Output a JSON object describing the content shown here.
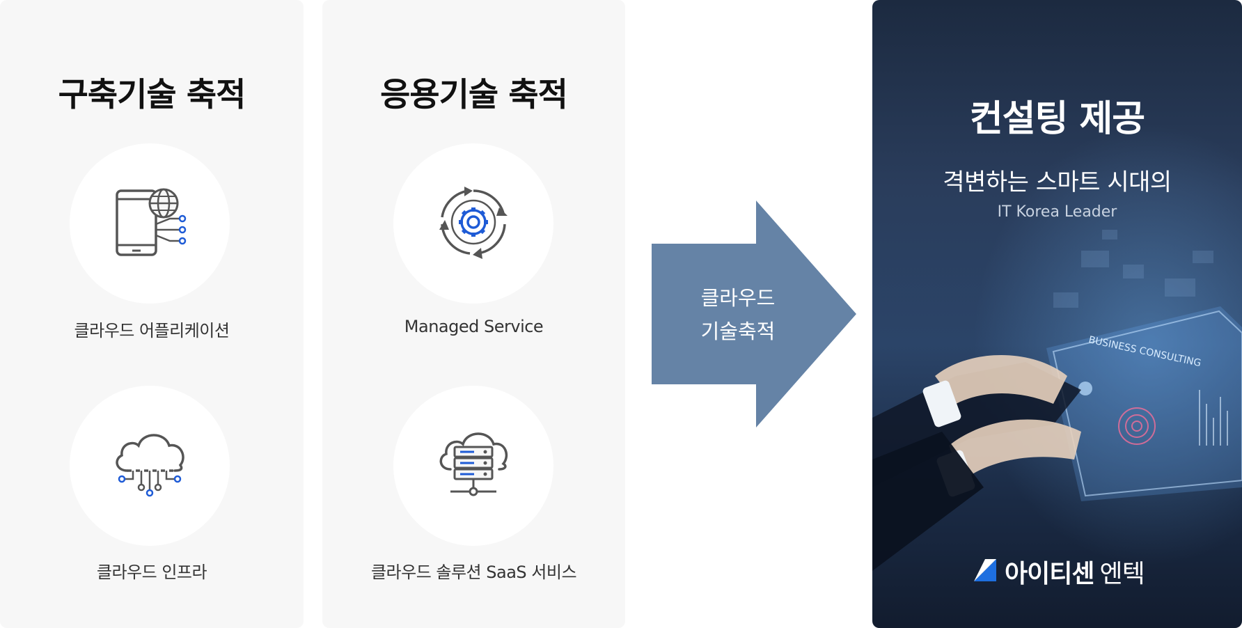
{
  "panels": [
    {
      "title": "구축기술 축적",
      "items": [
        {
          "label": "클라우드 어플리케이션",
          "icon": "mobile-globe-icon"
        },
        {
          "label": "클라우드 인프라",
          "icon": "cloud-network-icon"
        }
      ]
    },
    {
      "title": "응용기술 축적",
      "items": [
        {
          "label": "Managed Service",
          "icon": "gear-cycle-icon"
        },
        {
          "label": "클라우드 솔루션 SaaS 서비스",
          "icon": "cloud-server-icon"
        }
      ]
    }
  ],
  "arrow": {
    "line1": "클라우드",
    "line2": "기술축적",
    "color": "#6583a6"
  },
  "consulting": {
    "title": "컨설팅 제공",
    "subtitle": "격변하는 스마트 시대의",
    "tagline": "IT Korea Leader",
    "logo_name": "아이티센",
    "logo_sub": "엔텍",
    "image_text": "BUSINESS CONSULTING"
  },
  "colors": {
    "accent": "#1e5bd6",
    "icon_gray": "#555555",
    "panel_bg": "#f7f7f7"
  }
}
